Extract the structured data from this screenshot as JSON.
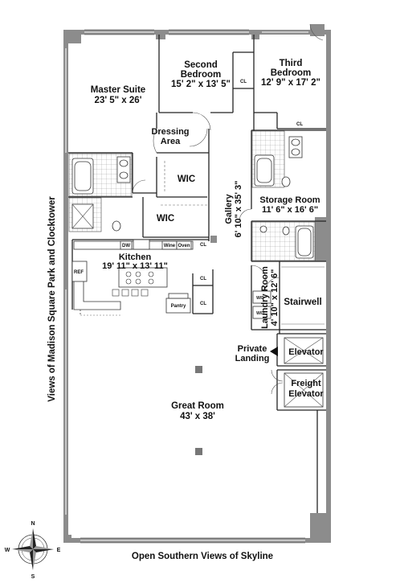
{
  "side_caption": "Views of Madison Square Park and Clocktower",
  "bottom_caption": "Open Southern Views of Skyline",
  "compass": {
    "n": "N",
    "s": "S",
    "e": "E",
    "w": "W"
  },
  "rooms": {
    "master": {
      "name": "Master Suite",
      "dims": "23' 5\" x 26'"
    },
    "second": {
      "name1": "Second",
      "name2": "Bedroom",
      "dims": "15' 2\" x 13' 5\""
    },
    "third": {
      "name1": "Third",
      "name2": "Bedroom",
      "dims": "12' 9\" x 17' 2\""
    },
    "dressing": {
      "name1": "Dressing",
      "name2": "Area"
    },
    "wic1": "WIC",
    "wic2": "WIC",
    "gallery": {
      "name": "Gallery",
      "dims": "6' 10\" x 35' 3\""
    },
    "storage": {
      "name": "Storage Room",
      "dims": "11' 6\" x 16' 6\""
    },
    "kitchen": {
      "name": "Kitchen",
      "dims": "19' 11\" x 13' 11\""
    },
    "laundry": {
      "name": "Laundry Room",
      "dims": "4' 10\" x 12' 6\""
    },
    "stairwell": "Stairwell",
    "landing": {
      "name1": "Private",
      "name2": "Landing"
    },
    "elevator": "Elevator",
    "freight": {
      "name1": "Freight",
      "name2": "Elevator"
    },
    "great": {
      "name": "Great Room",
      "dims": "43' x 38'"
    }
  },
  "fixtures": {
    "cl": "CL",
    "dw": "DW",
    "wine": "Wine",
    "oven": "Oven",
    "ref": "REF",
    "pantry": "Pantry",
    "wd": "W/D"
  }
}
